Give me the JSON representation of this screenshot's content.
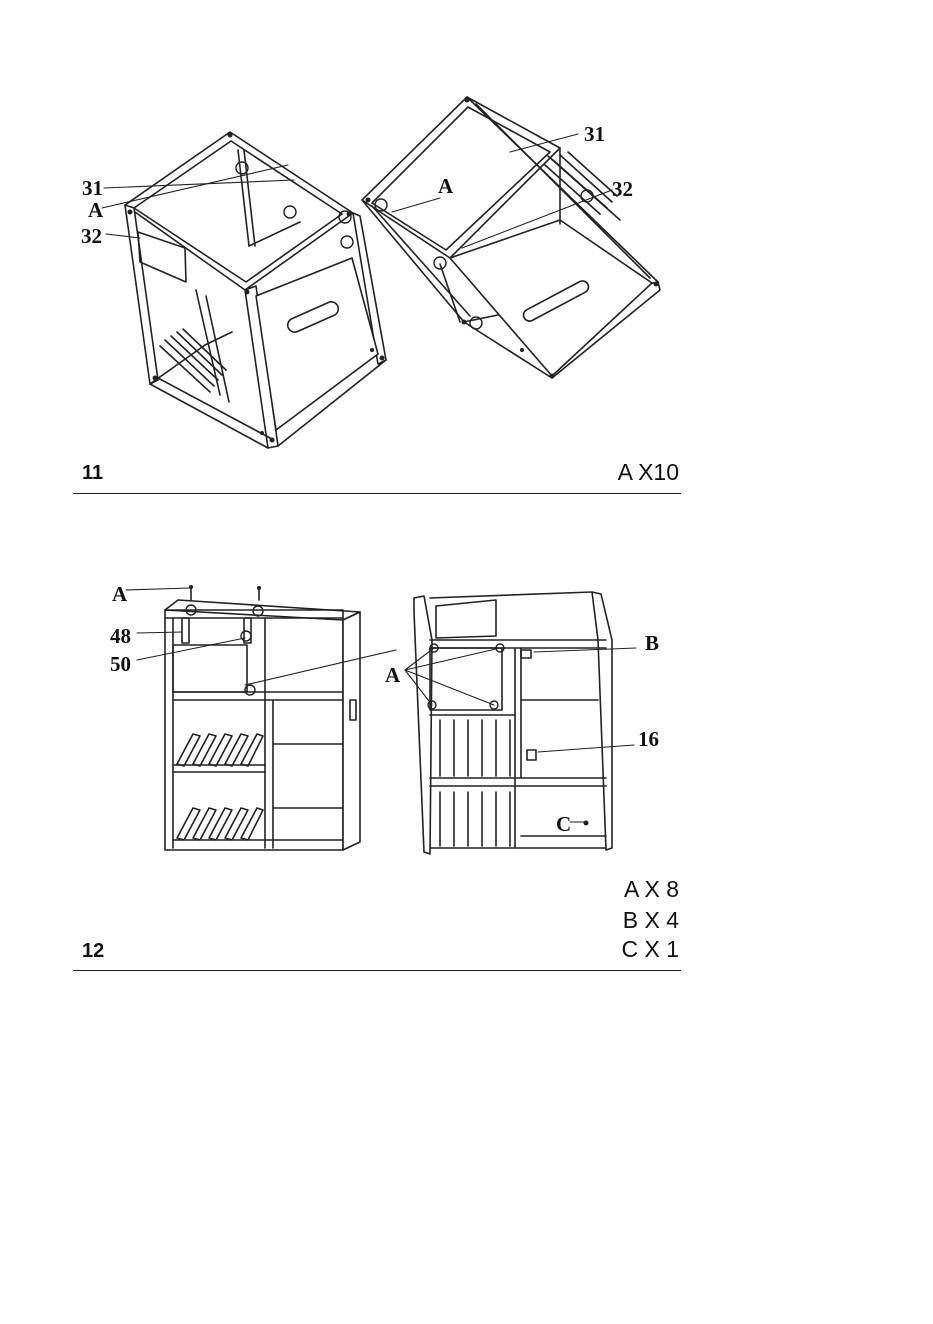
{
  "step11": {
    "number": "11",
    "quantity": "A X10",
    "callouts": {
      "left_31": "31",
      "left_a": "A",
      "left_32": "32",
      "right_31": "31",
      "right_a": "A",
      "right_32": "32"
    }
  },
  "step12": {
    "number": "12",
    "quantities": [
      "A X 8",
      "B X 4",
      "C X 1"
    ],
    "callouts": {
      "left_a": "A",
      "left_48": "48",
      "left_50": "50",
      "right_a": "A",
      "right_b": "B",
      "right_16": "16",
      "right_c": "C"
    }
  }
}
